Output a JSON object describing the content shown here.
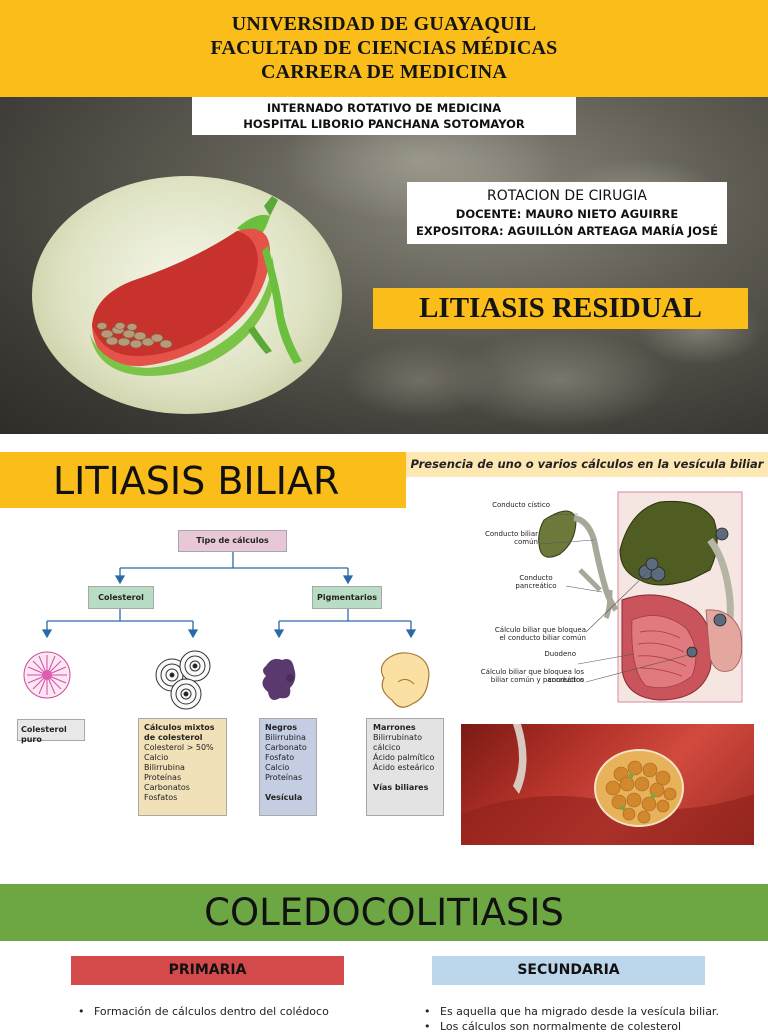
{
  "slide1": {
    "university_lines": [
      "UNIVERSIDAD DE GUAYAQUIL",
      "FACULTAD DE CIENCIAS MÉDICAS",
      "CARRERA DE MEDICINA"
    ],
    "internship_lines": [
      "INTERNADO ROTATIVO DE MEDICINA",
      "HOSPITAL LIBORIO PANCHANA SOTOMAYOR"
    ],
    "rotation_title": "ROTACION DE CIRUGIA",
    "teacher": "DOCENTE: MAURO NIETO AGUIRRE",
    "presenter": "EXPOSITORA: AGUILLÓN ARTEAGA MARÍA JOSÉ",
    "title": "LITIASIS RESIDUAL"
  },
  "slide2": {
    "title": "LITIASIS BILIAR",
    "subtitle": "Presencia de uno o varios cálculos en la vesícula biliar",
    "flowchart": {
      "root": "Tipo de cálculos",
      "branch_left": "Colesterol",
      "branch_right": "Pigmentarios",
      "leaves": [
        {
          "title": "Colesterol puro",
          "lines": []
        },
        {
          "title": "Cálculos mixtos de colesterol",
          "lines": [
            "Colesterol > 50%",
            "Calcio",
            "Bilirrubina",
            "Proteínas",
            "Carbonatos",
            "Fosfatos"
          ]
        },
        {
          "title": "Negros",
          "lines": [
            "Bilirrubina",
            "Carbonato",
            "Fosfato",
            "Calcio",
            "Proteínas",
            "",
            "Vesícula"
          ]
        },
        {
          "title": "Marrones",
          "lines": [
            "Bilirrubinato",
            "cálcico",
            "Ácido palmítico",
            "Ácido esteárico",
            "",
            "Vías biliares"
          ]
        }
      ]
    },
    "anatomy_labels": {
      "cystic_duct": "Conducto cístico",
      "common_bile_duct": "Conducto biliar común",
      "pancreatic_duct": "Conducto pancreático",
      "stone_bile_line1": "Cálculo biliar que bloquea",
      "stone_bile_line2": "el conducto biliar común",
      "duodenum": "Duodeno",
      "stone_both_line1": "Cálculo biliar que bloquea los conductos",
      "stone_both_line2": "biliar común y pancreático"
    },
    "colors": {
      "band": "#fbbd1a",
      "subtitle_band": "#fde7b2",
      "root_box": "#e8c7d8",
      "branch_box": "#b9dcc4",
      "mixed_box": "#f1e1b8",
      "black_box": "#c5cde2",
      "brown_box": "#e3e3e3"
    }
  },
  "slide3": {
    "title": "COLEDOCOLITIASIS",
    "primary_label": "PRIMARIA",
    "secondary_label": "SECUNDARIA",
    "primary_bullets": [
      "Formación de cálculos dentro del colédoco"
    ],
    "secondary_bullets": [
      "Es aquella que ha migrado desde la vesícula biliar.",
      "Los cálculos son normalmente de colesterol"
    ],
    "colors": {
      "band": "#6da744",
      "primary": "#d44a4a",
      "secondary": "#bcd6ec"
    }
  }
}
